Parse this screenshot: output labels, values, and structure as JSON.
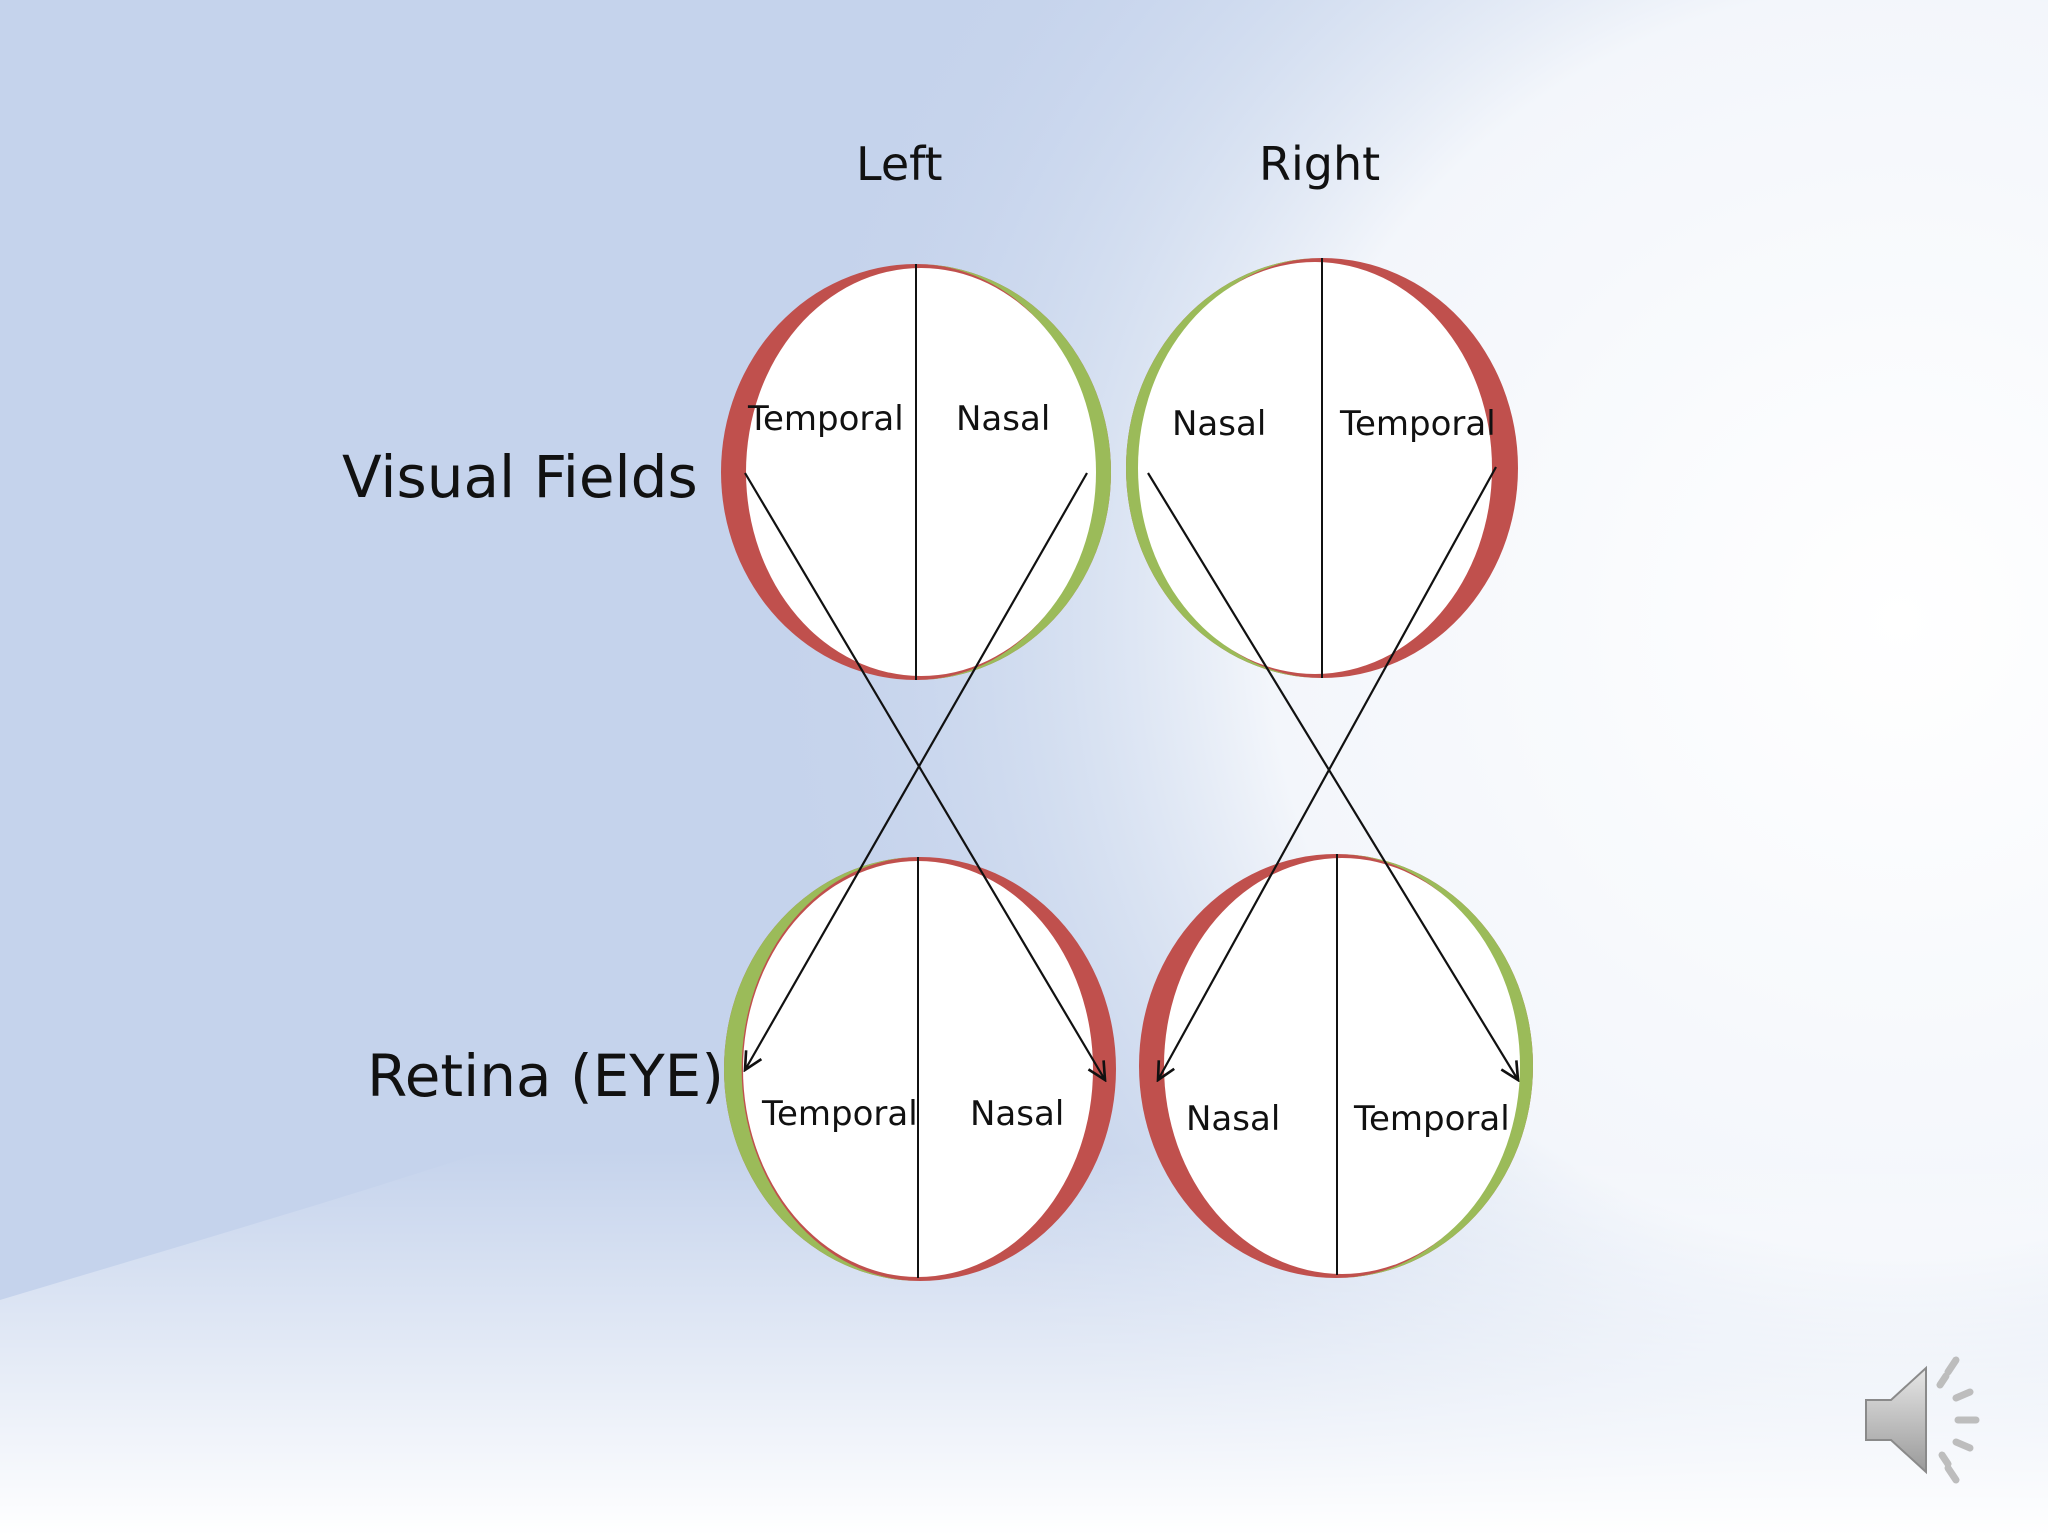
{
  "columns": {
    "left": "Left",
    "right": "Right"
  },
  "rows": {
    "visual_fields": "Visual Fields",
    "retina": "Retina (EYE)"
  },
  "circles": {
    "vf_left": {
      "left_half": "Temporal",
      "right_half": "Nasal"
    },
    "vf_right": {
      "left_half": "Nasal",
      "right_half": "Temporal"
    },
    "retina_left": {
      "left_half": "Temporal",
      "right_half": "Nasal"
    },
    "retina_right": {
      "left_half": "Nasal",
      "right_half": "Temporal"
    }
  },
  "colors": {
    "temporal_rim": "#c0504d",
    "nasal_rim": "#9bbb59",
    "arrow": "#111111"
  },
  "icons": {
    "audio": "speaker-icon"
  }
}
